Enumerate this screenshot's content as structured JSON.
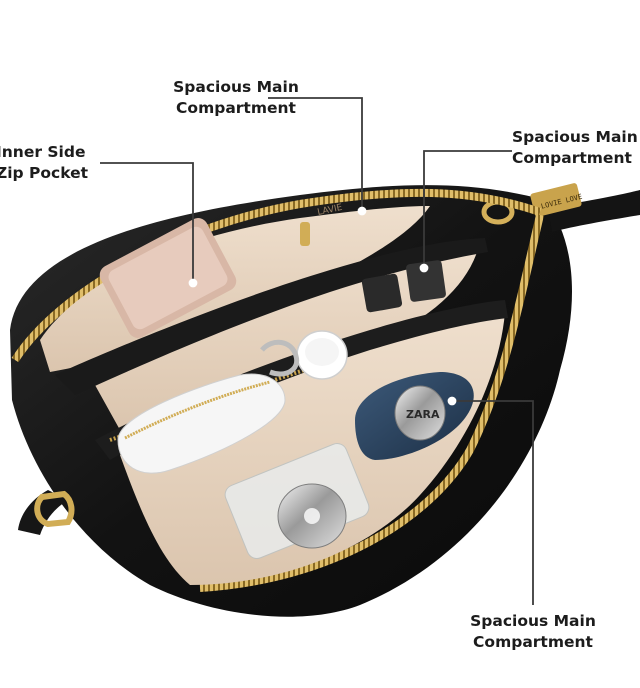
{
  "callouts": [
    {
      "line1": "Spacious Main",
      "line2": "Compartment"
    },
    {
      "line1": "Inner Side",
      "line2": "Zip Pocket"
    },
    {
      "line1": "Spacious Main",
      "line2": "Compartment"
    },
    {
      "line1": "Spacious Main",
      "line2": "Compartment"
    }
  ],
  "brand_marks": {
    "lining_text": "LAVIE",
    "strap_tag": "LOVIE LOVE",
    "bottle_cap": "ZARA"
  },
  "colors": {
    "bag_leather": "#141414",
    "lining": "#e6d3bf",
    "zipper_gold": "#c8a24a",
    "hardware_gold": "#c9a34c",
    "callout_line": "#3a3a3a",
    "callout_text": "#1c1c1c"
  }
}
